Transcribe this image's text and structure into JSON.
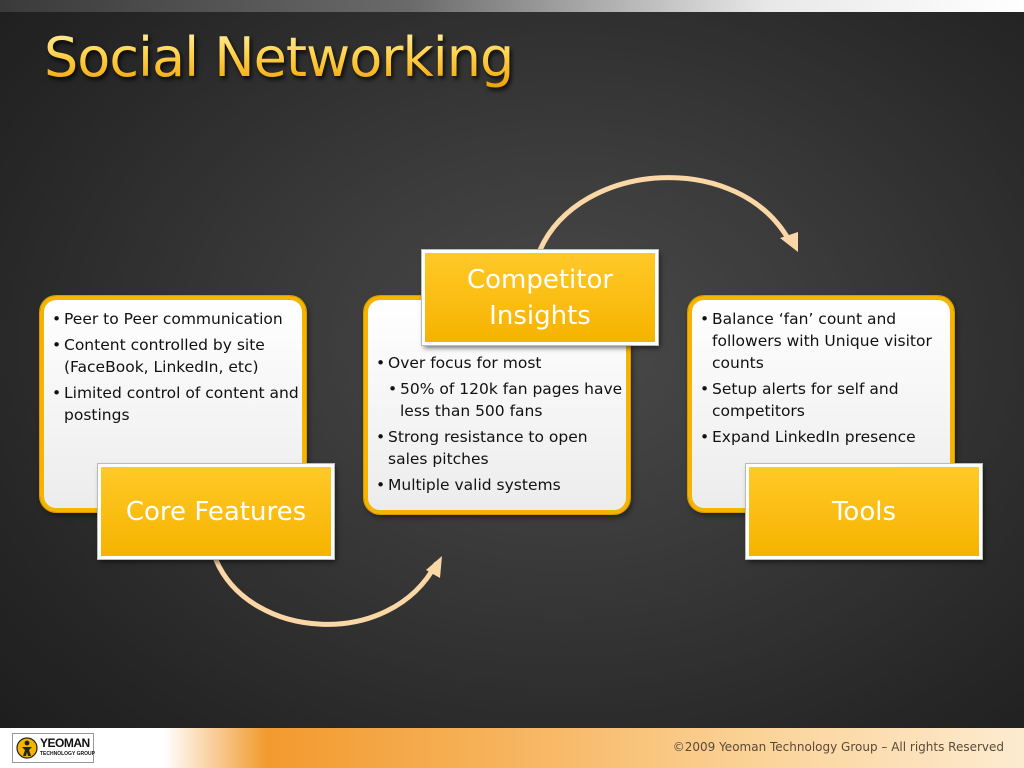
{
  "slide": {
    "title": "Social Networking",
    "colors": {
      "accent": "#f4b400",
      "title_gold": "#ffd24a",
      "background": "#2b2b2b",
      "arrow": "#fbd7a6",
      "footer_orange": "#f29a2e"
    }
  },
  "cards": [
    {
      "label": "Core Features",
      "bullets": [
        {
          "text": "Peer to Peer communication",
          "level": 1
        },
        {
          "text": "Content controlled by site (FaceBook, LinkedIn, etc)",
          "level": 1
        },
        {
          "text": "Limited control of content and postings",
          "level": 1
        }
      ]
    },
    {
      "label": "Competitor Insights",
      "bullets": [
        {
          "text": "Over focus for most",
          "level": 1
        },
        {
          "text": "50% of 120k fan pages have less than 500 fans",
          "level": 2
        },
        {
          "text": "Strong resistance to open sales pitches",
          "level": 1
        },
        {
          "text": "Multiple valid systems",
          "level": 1
        }
      ]
    },
    {
      "label": "Tools",
      "bullets": [
        {
          "text": "Balance ‘fan’ count and followers with Unique visitor counts",
          "level": 1
        },
        {
          "text": "Setup alerts for self and competitors",
          "level": 1
        },
        {
          "text": "Expand LinkedIn presence",
          "level": 1
        }
      ]
    }
  ],
  "footer": {
    "logo_text": "YEOMAN",
    "logo_subtext": "TECHNOLOGY GROUP",
    "copyright": "©2009 Yeoman Technology Group – All rights Reserved"
  }
}
